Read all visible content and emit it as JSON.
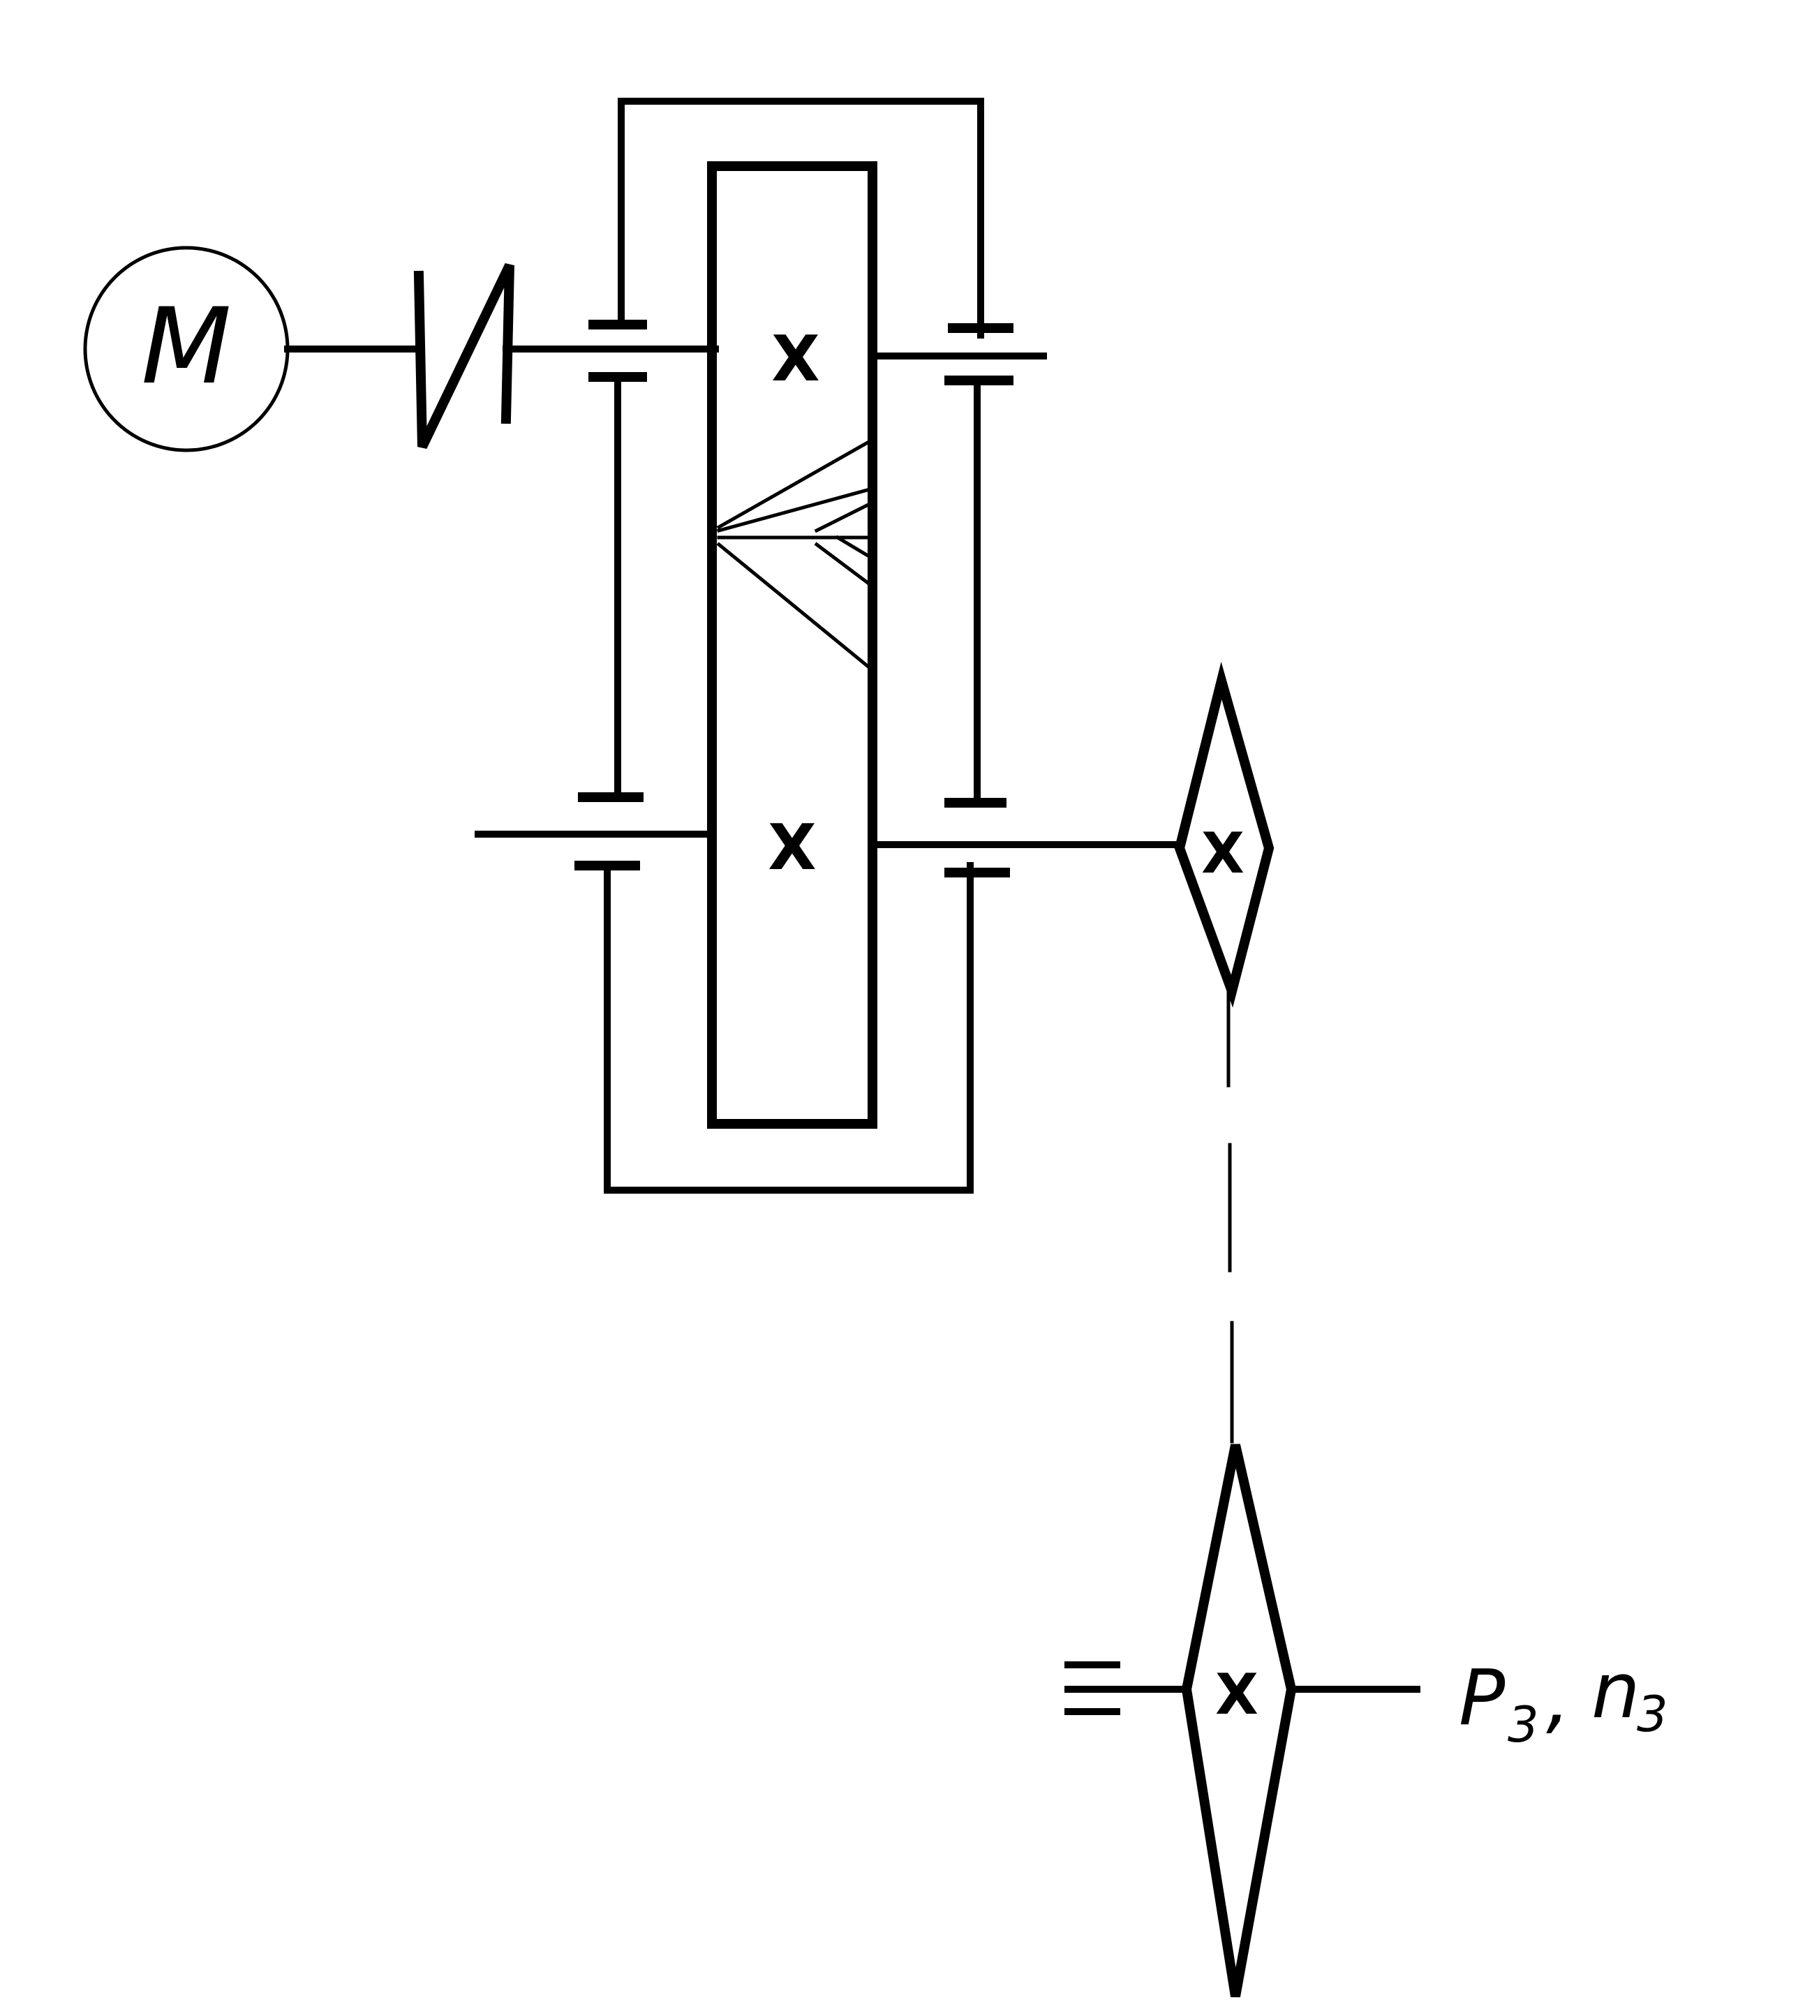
{
  "diagram": {
    "motor_label": "M",
    "gear_mark": "X",
    "output_power_label": "P",
    "output_power_subscript": "3",
    "output_separator": ",",
    "output_speed_label": "n",
    "output_speed_subscript": "3",
    "colors": {
      "ink": "#000000",
      "background": "#ffffff"
    }
  }
}
